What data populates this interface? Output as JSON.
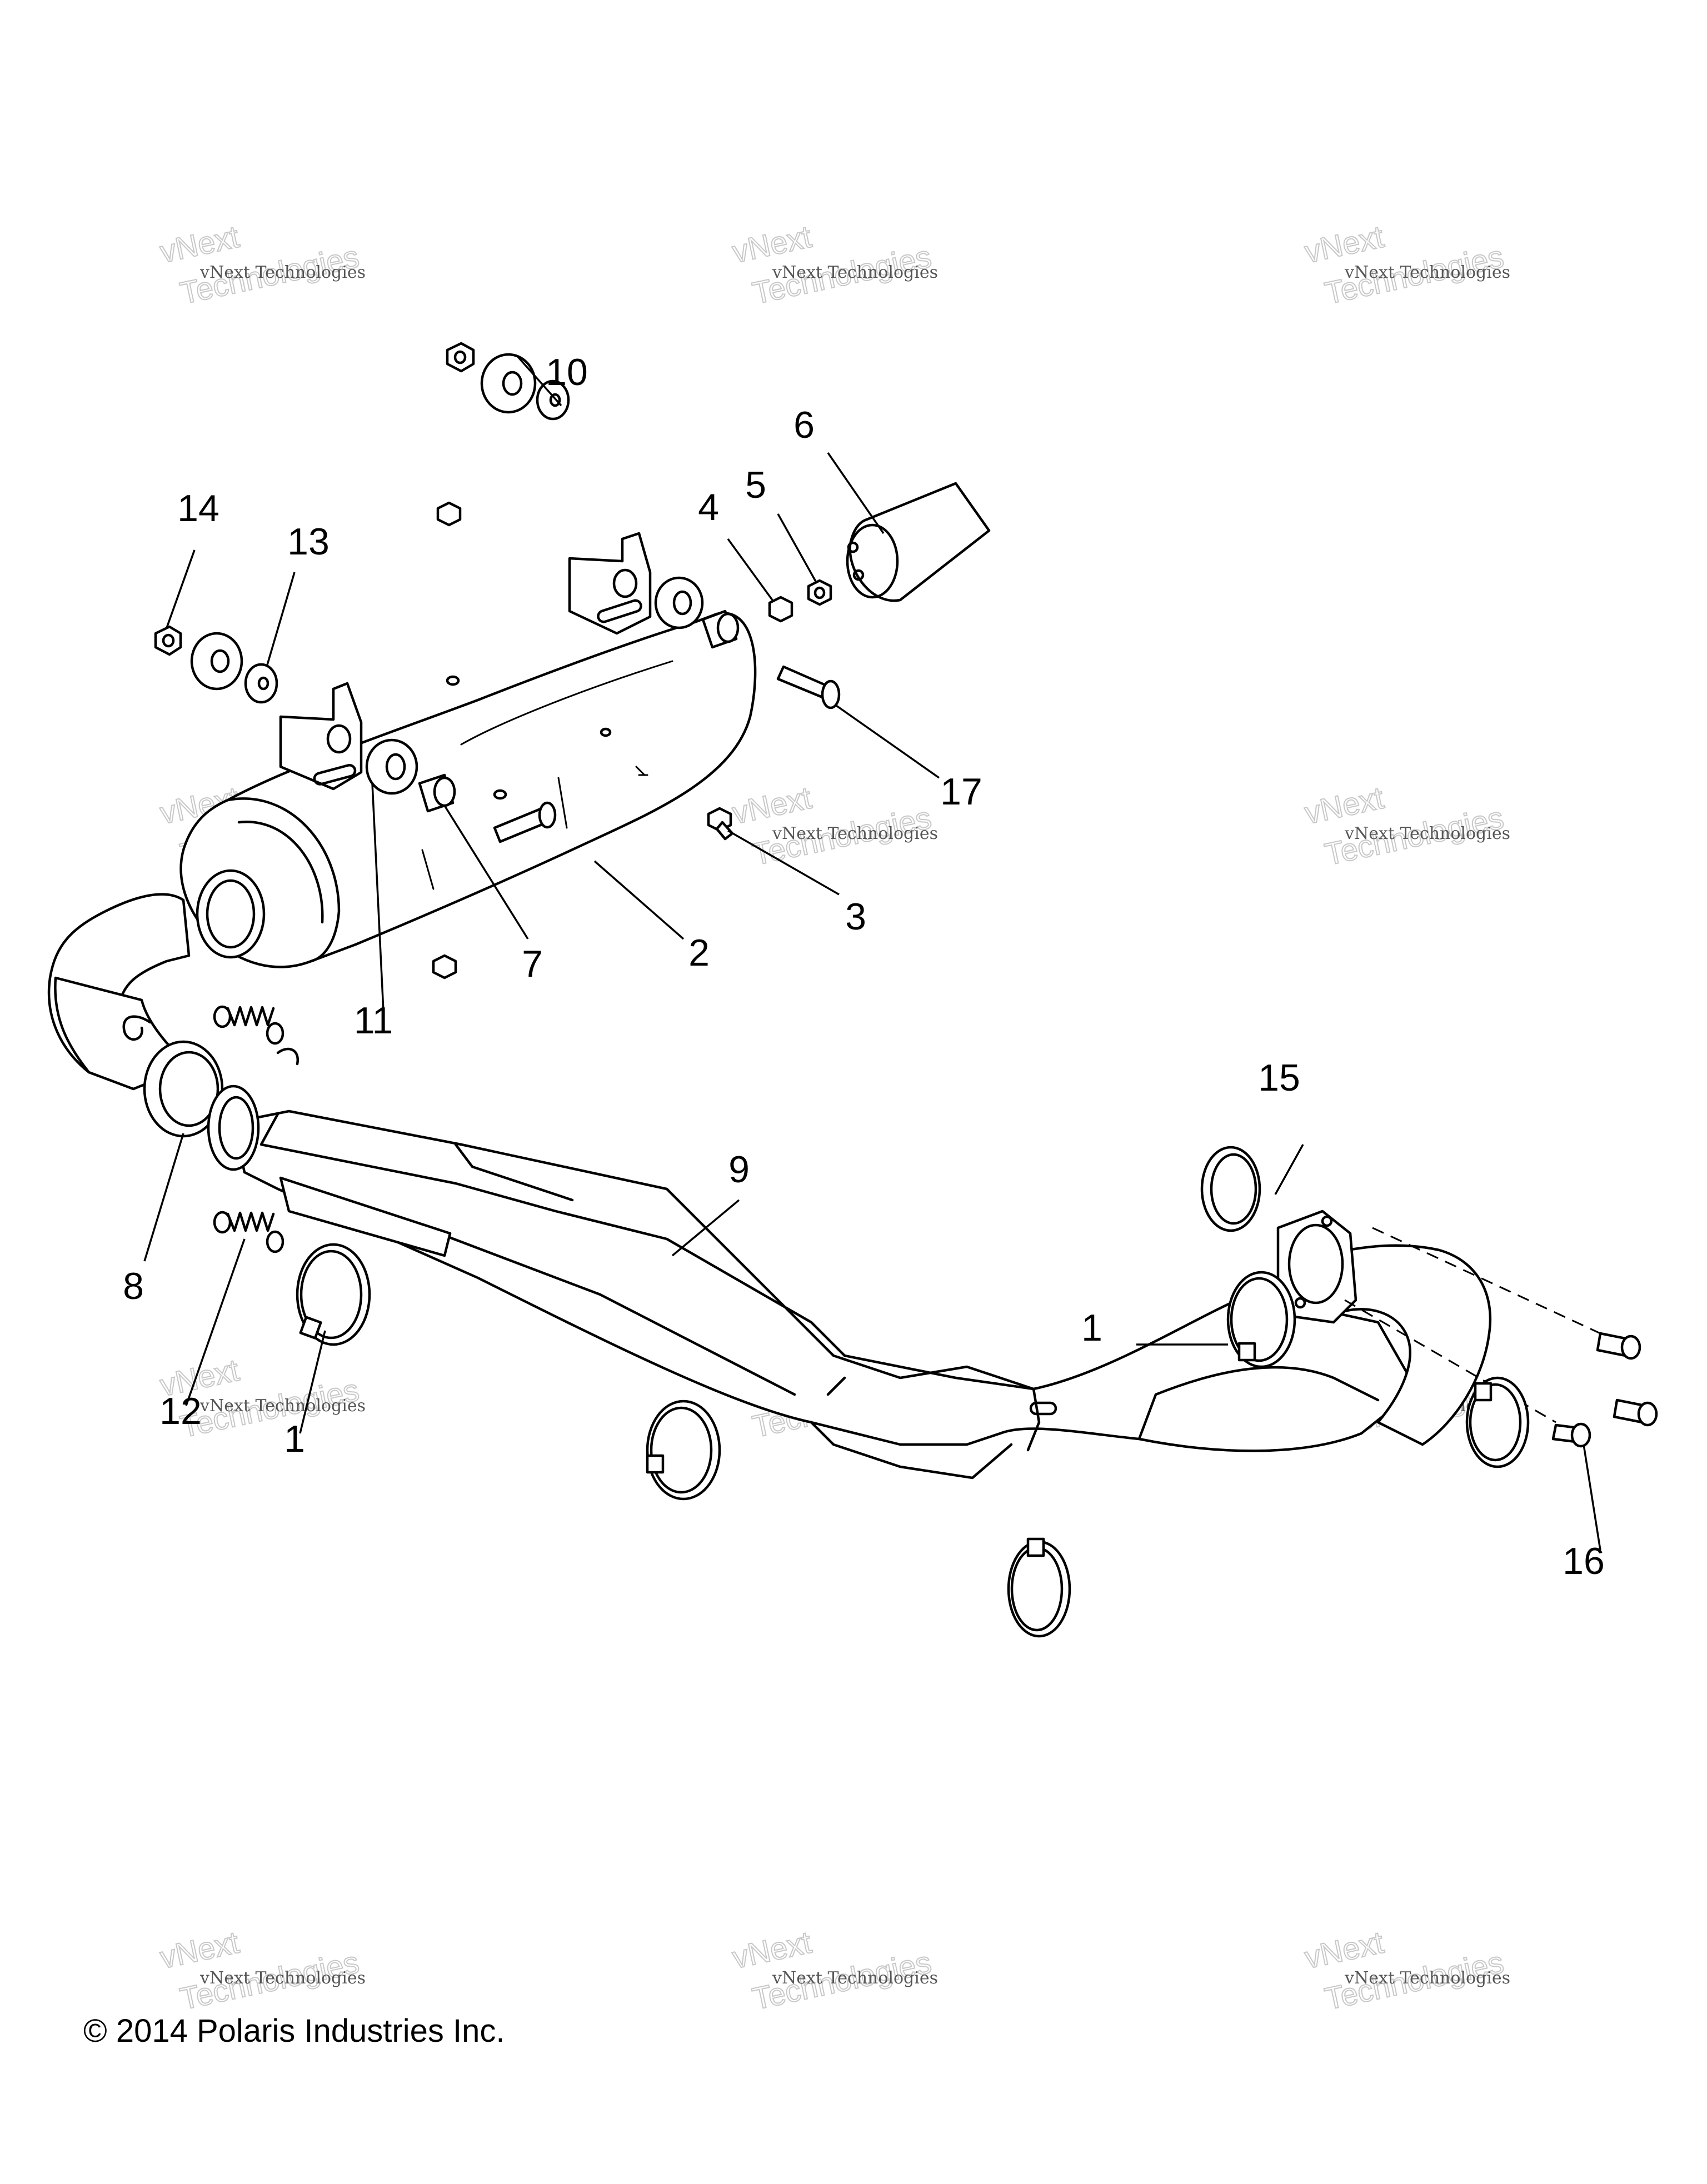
{
  "callouts": [
    {
      "id": "c1a",
      "label": "1"
    },
    {
      "id": "c1b",
      "label": "1"
    },
    {
      "id": "c2",
      "label": "2"
    },
    {
      "id": "c3",
      "label": "3"
    },
    {
      "id": "c4",
      "label": "4"
    },
    {
      "id": "c5",
      "label": "5"
    },
    {
      "id": "c6",
      "label": "6"
    },
    {
      "id": "c7",
      "label": "7"
    },
    {
      "id": "c8",
      "label": "8"
    },
    {
      "id": "c9",
      "label": "9"
    },
    {
      "id": "c10",
      "label": "10"
    },
    {
      "id": "c11",
      "label": "11"
    },
    {
      "id": "c12",
      "label": "12"
    },
    {
      "id": "c13",
      "label": "13"
    },
    {
      "id": "c14",
      "label": "14"
    },
    {
      "id": "c15",
      "label": "15"
    },
    {
      "id": "c16",
      "label": "16"
    },
    {
      "id": "c17",
      "label": "17"
    }
  ],
  "watermark": {
    "line1": "vNext Technologies",
    "big": "vNext",
    "big2": "Technologies"
  },
  "copyright": "© 2014 Polaris Industries Inc."
}
